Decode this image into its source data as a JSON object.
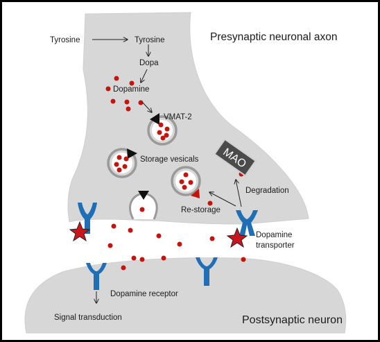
{
  "labels": {
    "tyrosine_outside": "Tyrosine",
    "tyrosine_inside": "Tyrosine",
    "dopa": "Dopa",
    "dopamine": "Dopamine",
    "vmat2": "VMAT-2",
    "storage_vesicals": "Storage vesicals",
    "mao": "MAO",
    "degradation": "Degradation",
    "re_storage": "Re-storage",
    "dopamine_transporter_line1": "Dopamine",
    "dopamine_transporter_line2": "transporter",
    "dopamine_receptor": "Dopamine receptor",
    "signal_transduction": "Signal transduction",
    "presynaptic": "Presynaptic neuronal axon",
    "postsynaptic": "Postsynaptic neuron"
  },
  "colors": {
    "background": "#000000",
    "cell": "#d7d7d7",
    "dopamine_dot": "#c4140c",
    "receptor": "#1f6fb6",
    "star": "#c8161c",
    "mao_box": "#4b4b4b"
  }
}
